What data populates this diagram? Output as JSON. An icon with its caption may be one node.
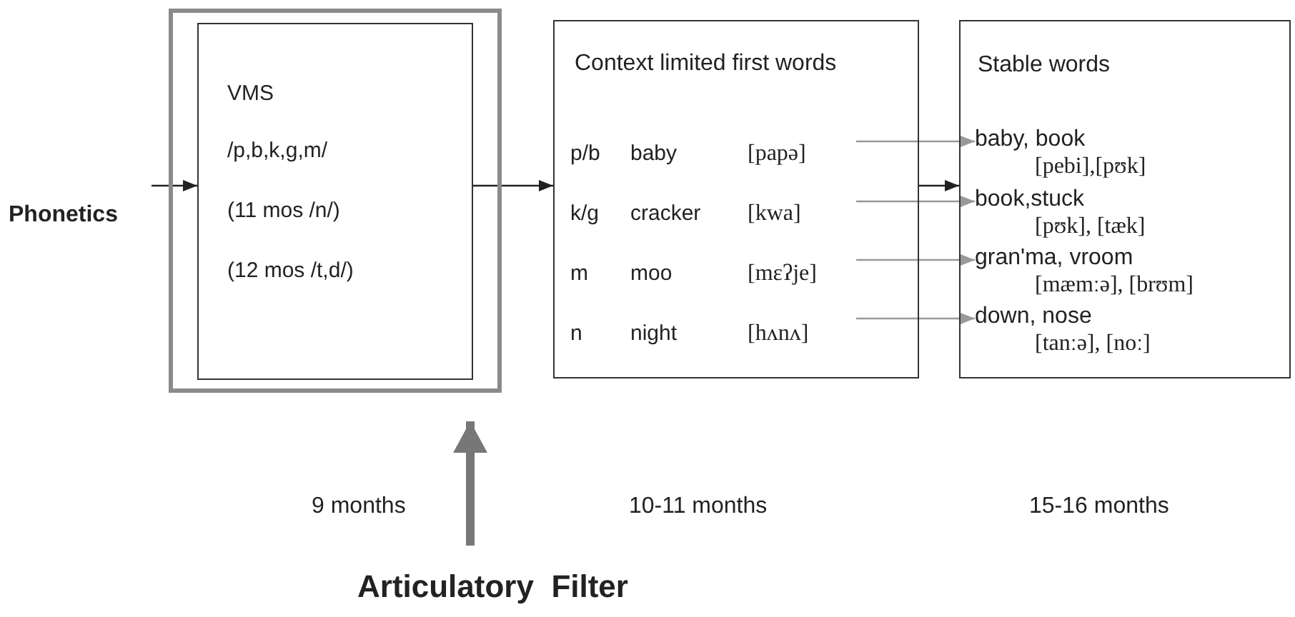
{
  "diagram": {
    "nodes": [
      {
        "text": [],
        "shape": "box"
      },
      {
        "text": [
          "VMS",
          "/p,b,k,g,m/",
          "(11 mos /n/)",
          "(12 mos /t,d/)"
        ],
        "in": 0
      },
      {
        "text": [
          "Phonetics"
        ]
      },
      {
        "text": [
          "Context limited first words"
        ]
      },
      {
        "text": [
          "p/b",
          "baby",
          "[papə]"
        ],
        "in": 3
      },
      {
        "text": [
          "k/g",
          "cracker",
          "[kwa]"
        ],
        "in": 3
      },
      {
        "text": [
          "m",
          "moo",
          "[mɛʔje]"
        ],
        "in": 3
      },
      {
        "text": [
          "n",
          "night",
          "[hʌnʌ]"
        ],
        "in": 3
      },
      {
        "text": [
          "Stable words"
        ]
      },
      {
        "text": [
          "baby, book",
          "[pebi],[pʊk]"
        ],
        "in": 8
      },
      {
        "text": [
          "book,stuck",
          "[pʊk], [tæk]"
        ],
        "in": 8
      },
      {
        "text": [
          "gran'ma, vroom",
          "[mæmːə], [brʊm]"
        ],
        "in": 8
      },
      {
        "text": [
          "down, nose",
          "[tanːə], [noː]"
        ],
        "in": 8
      },
      {
        "text": [
          "Articulatory  Filter"
        ]
      }
    ],
    "edges": [
      {
        "from": 2,
        "to": 1,
        "arrow": "to",
        "color": "#222222"
      },
      {
        "from": 1,
        "to": 3,
        "arrow": "to",
        "color": "#222222"
      },
      {
        "from": 3,
        "to": 8,
        "arrow": "to",
        "color": "#222222"
      },
      {
        "from": 4,
        "to": 9,
        "arrow": "to",
        "color": "#999999"
      },
      {
        "from": 5,
        "to": 10,
        "arrow": "to",
        "color": "#999999"
      },
      {
        "from": 6,
        "to": 11,
        "arrow": "to",
        "color": "#999999"
      },
      {
        "from": 7,
        "to": 12,
        "arrow": "to",
        "color": "#999999"
      },
      {
        "from": 13,
        "to": 0,
        "arrow": "to",
        "style": "thick",
        "color": "#777777"
      }
    ],
    "labels": [
      "9 months",
      "10-11 months",
      "15-16 months"
    ]
  }
}
